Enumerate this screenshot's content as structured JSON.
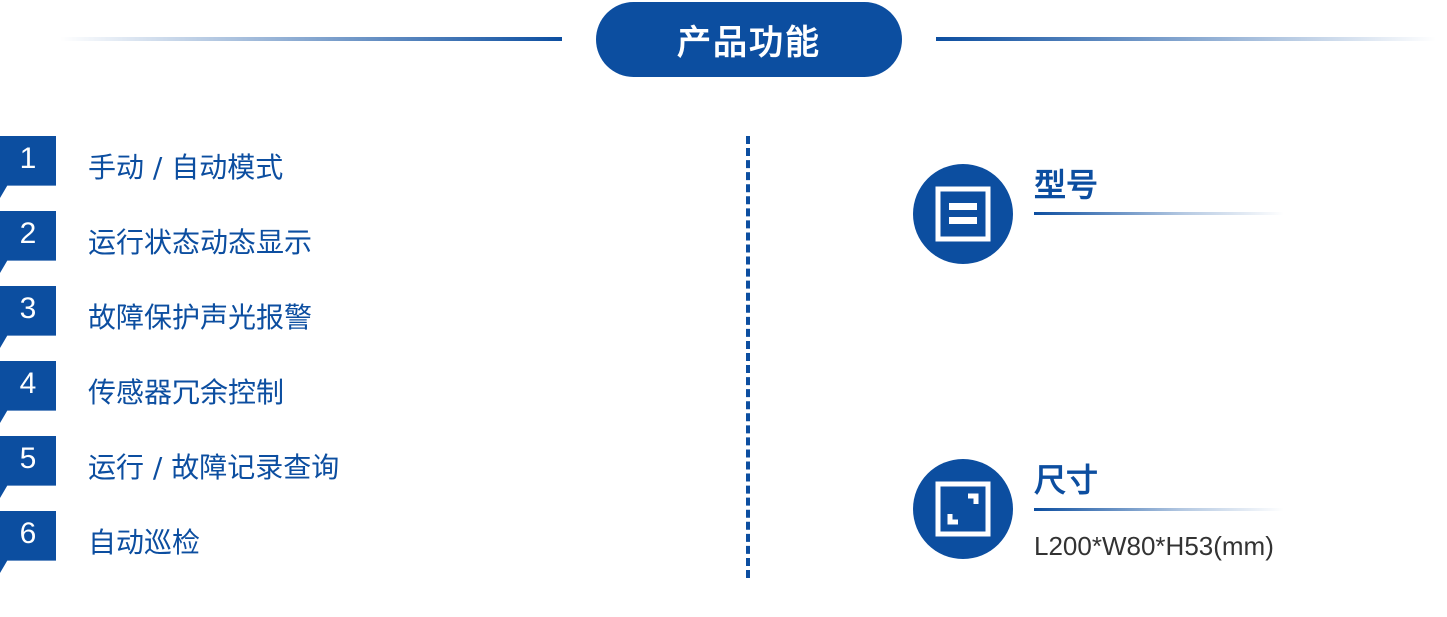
{
  "header": {
    "title": "产品功能"
  },
  "features": [
    {
      "number": "1",
      "label": "手动 / 自动模式"
    },
    {
      "number": "2",
      "label": "运行状态动态显示"
    },
    {
      "number": "3",
      "label": "故障保护声光报警"
    },
    {
      "number": "4",
      "label": "传感器冗余控制"
    },
    {
      "number": "5",
      "label": "运行 / 故障记录查询"
    },
    {
      "number": "6",
      "label": "自动巡检"
    }
  ],
  "specs": {
    "model": {
      "heading": "型号",
      "icon": "model-icon"
    },
    "size": {
      "heading": "尺寸",
      "icon": "size-icon",
      "value": "L200*W80*H53(mm)"
    }
  },
  "colors": {
    "accent": "#0c4ea0",
    "text": "#333333"
  }
}
